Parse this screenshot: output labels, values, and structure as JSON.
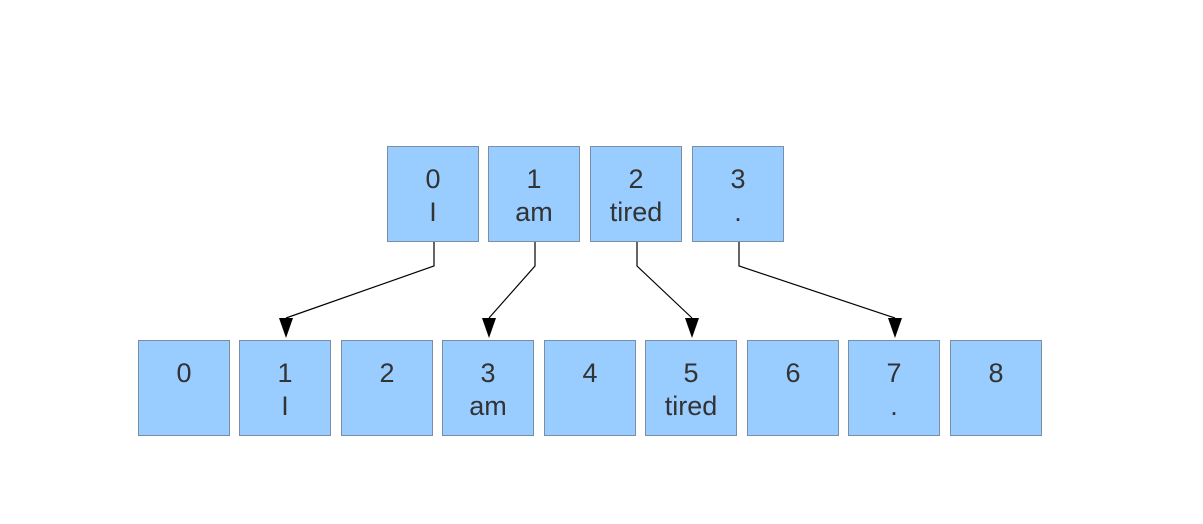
{
  "source_array": [
    {
      "index": "0",
      "value": "I"
    },
    {
      "index": "1",
      "value": "am"
    },
    {
      "index": "2",
      "value": "tired"
    },
    {
      "index": "3",
      "value": "."
    }
  ],
  "target_array": [
    {
      "index": "0",
      "value": ""
    },
    {
      "index": "1",
      "value": "I"
    },
    {
      "index": "2",
      "value": ""
    },
    {
      "index": "3",
      "value": "am"
    },
    {
      "index": "4",
      "value": ""
    },
    {
      "index": "5",
      "value": "tired"
    },
    {
      "index": "6",
      "value": ""
    },
    {
      "index": "7",
      "value": "."
    },
    {
      "index": "8",
      "value": ""
    }
  ],
  "mappings": [
    {
      "from": 0,
      "to": 1
    },
    {
      "from": 1,
      "to": 3
    },
    {
      "from": 2,
      "to": 5
    },
    {
      "from": 3,
      "to": 7
    }
  ],
  "colors": {
    "cell_fill": "#99ccff",
    "cell_border": "#7a8fa6",
    "text": "#333333",
    "arrow": "#000000"
  }
}
